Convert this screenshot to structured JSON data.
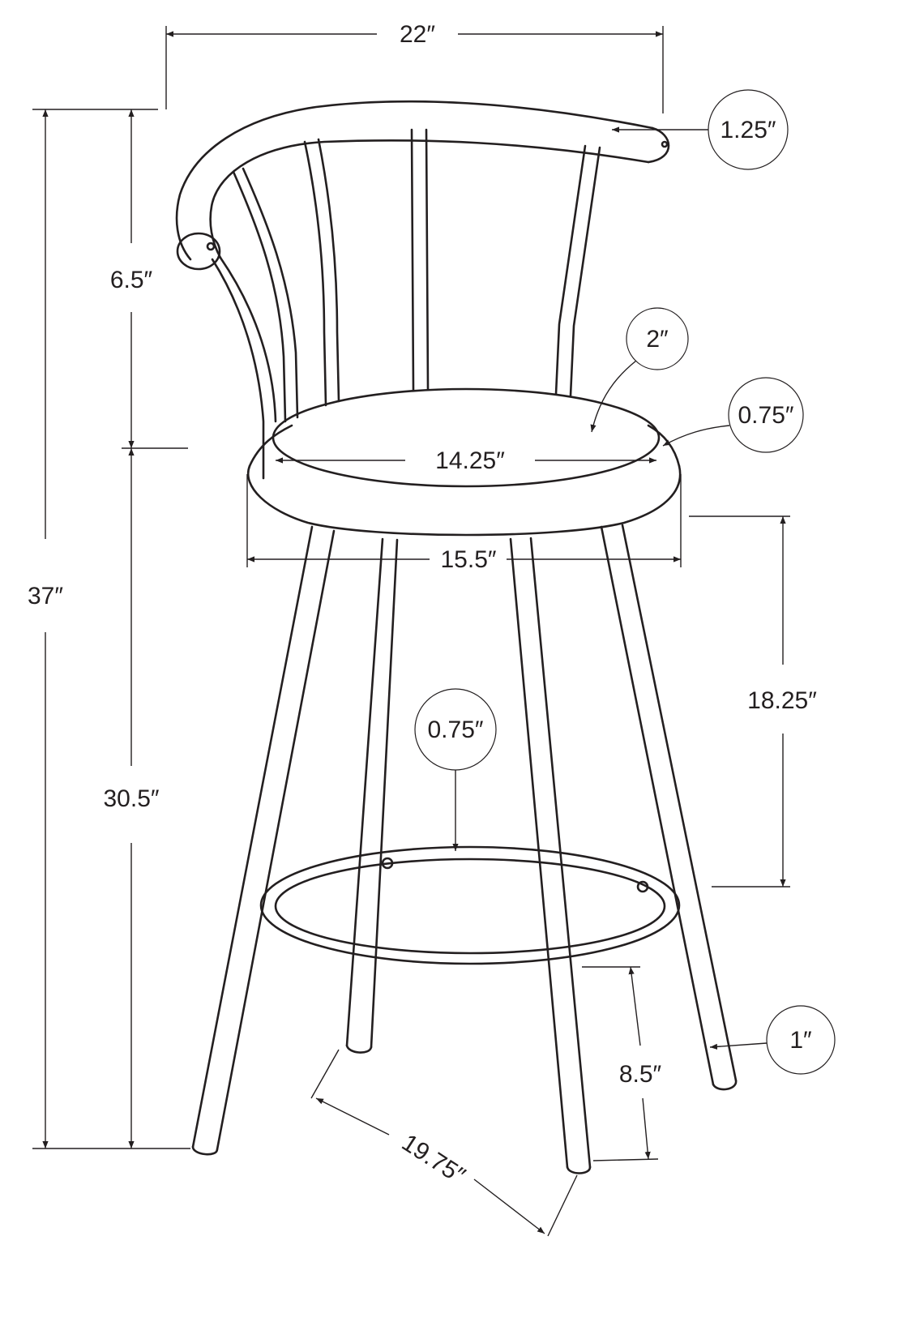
{
  "dimensions": {
    "overall_width": "22″",
    "overall_height": "37″",
    "back_height": "6.5″",
    "seat_height": "30.5″",
    "seat_diameter": "14.25″",
    "seat_frame_diameter": "15.5″",
    "seat_to_footrest": "18.25″",
    "footrest_height": "8.5″",
    "leg_span": "19.75″"
  },
  "callouts": {
    "back_rail_tube": "1.25″",
    "seat_thickness": "2″",
    "seat_frame_tube": "0.75″",
    "footrest_tube": "0.75″",
    "leg_tube": "1″"
  },
  "colors": {
    "line": "#231f20",
    "background": "#ffffff"
  }
}
